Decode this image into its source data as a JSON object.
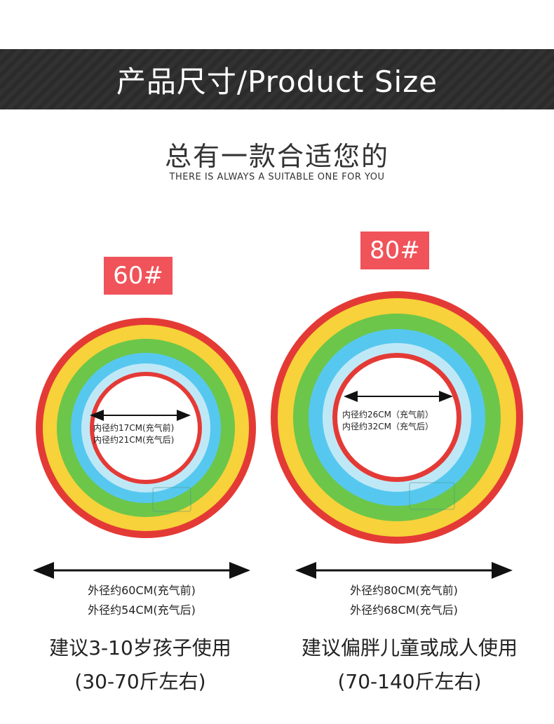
{
  "banner": {
    "title": "产品尺寸/Product Size"
  },
  "subtitle": {
    "cn": "总有一款合适您的",
    "en": "THERE IS ALWAYS A SUITABLE ONE FOR YOU"
  },
  "products": [
    {
      "tag": "60#",
      "inner_before": "内径约17CM(充气前)",
      "inner_after": "内径约21CM(充气后)",
      "outer_before": "外径约60CM(充气前)",
      "outer_after": "外径约54CM(充气后)",
      "recommend": "建议3-10岁孩子使用",
      "weight_range": "(30-70斤左右)"
    },
    {
      "tag": "80#",
      "inner_before": "内径约26CM（充气前）",
      "inner_after": "内径约32CM（充气后）",
      "outer_before": "外径约80CM(充气前)",
      "outer_after": "外径约68CM(充气后)",
      "recommend": "建议偏胖儿童或成人使用",
      "weight_range": "(70-140斤左右)"
    }
  ],
  "colors": {
    "banner": "#2b2b2b",
    "tag": "#f0535a",
    "ring_red": "#e43a36",
    "ring_yellow": "#f7d23a",
    "ring_green": "#6cc64a",
    "ring_blue": "#56c8ef",
    "ring_light_blue": "#bfe8f7"
  }
}
